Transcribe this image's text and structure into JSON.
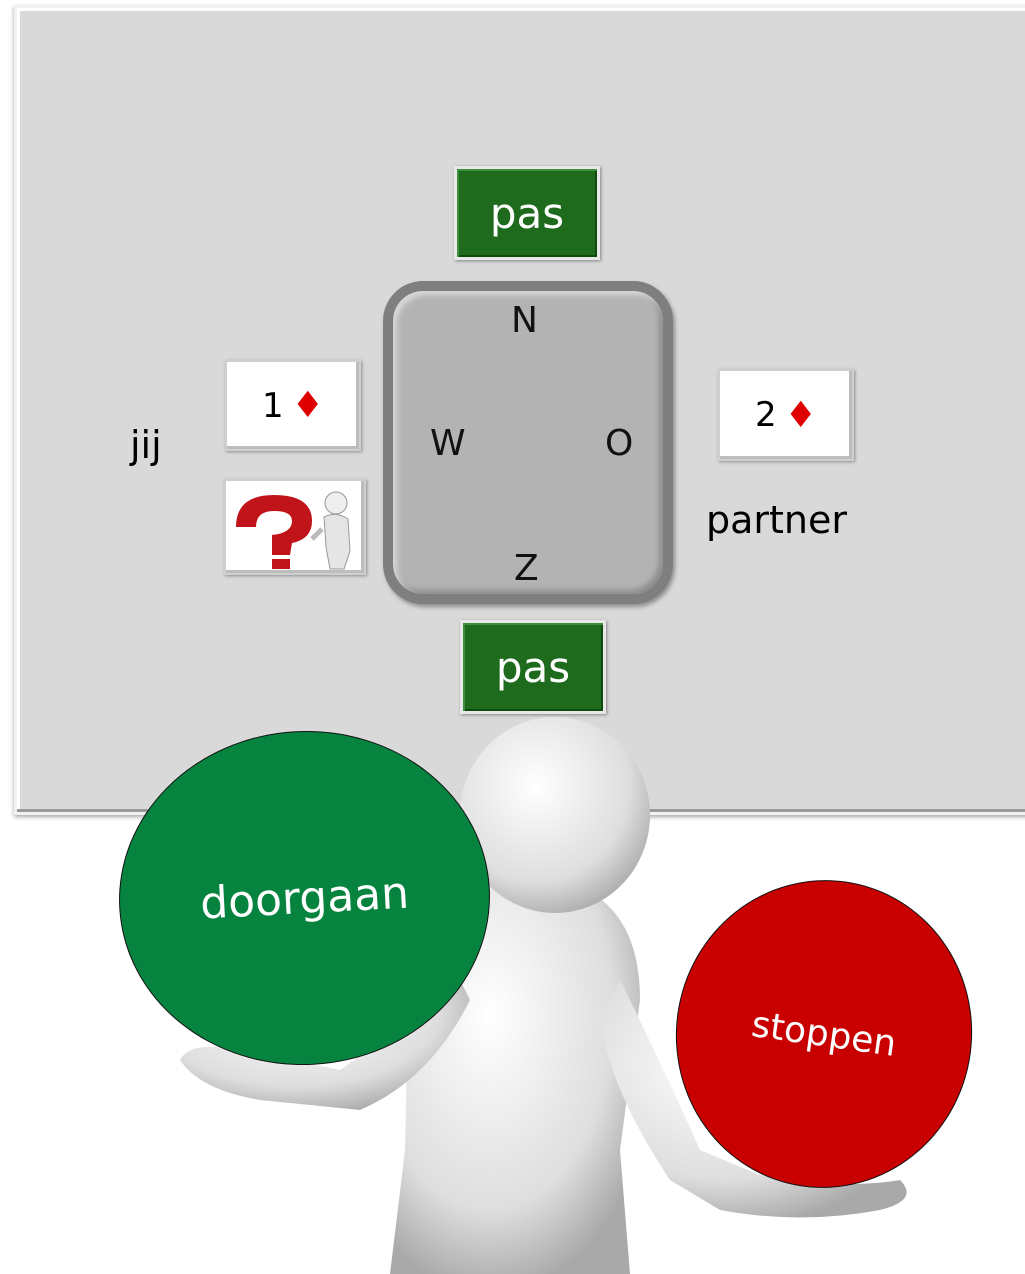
{
  "board": {
    "north_bid": "pas",
    "south_bid": "pas",
    "west_bid": {
      "level": "1",
      "suit": "♦"
    },
    "east_bid": {
      "level": "2",
      "suit": "♦"
    },
    "directions": {
      "north": "N",
      "west": "W",
      "east": "O",
      "south": "Z"
    },
    "labels": {
      "you": "jij",
      "partner": "partner"
    },
    "help_icon": "question-mark-figure-icon"
  },
  "choices": {
    "continue_label": "doorgaan",
    "stop_label": "stoppen",
    "continue_color": "#06843f",
    "stop_color": "#c80000"
  },
  "colors": {
    "pass_green": "#1e6b1e",
    "diamond_red": "#e00000",
    "board_gray": "#d9d9d9"
  }
}
